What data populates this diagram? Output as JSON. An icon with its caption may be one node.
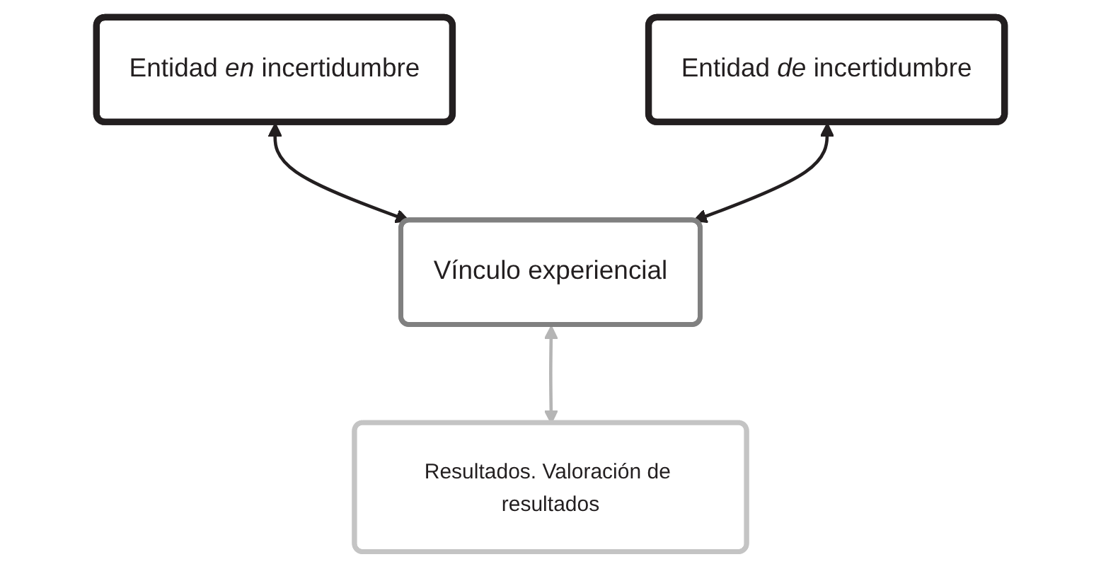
{
  "diagram": {
    "nodes": [
      {
        "text": [
          "Entidad *en* incertidumbre"
        ]
      },
      {
        "text": [
          "Entidad *de* incertidumbre"
        ]
      },
      {
        "text": [
          "Vínculo experiencial"
        ]
      },
      {
        "text": [
          "Resultados. Valoración de resultados"
        ]
      }
    ],
    "edges": [
      {
        "from": 0,
        "to": 2,
        "arrow": "both"
      },
      {
        "from": 1,
        "to": 2,
        "arrow": "both"
      },
      {
        "from": 2,
        "to": 3,
        "arrow": "both",
        "color": "#b5b5b5"
      }
    ]
  }
}
